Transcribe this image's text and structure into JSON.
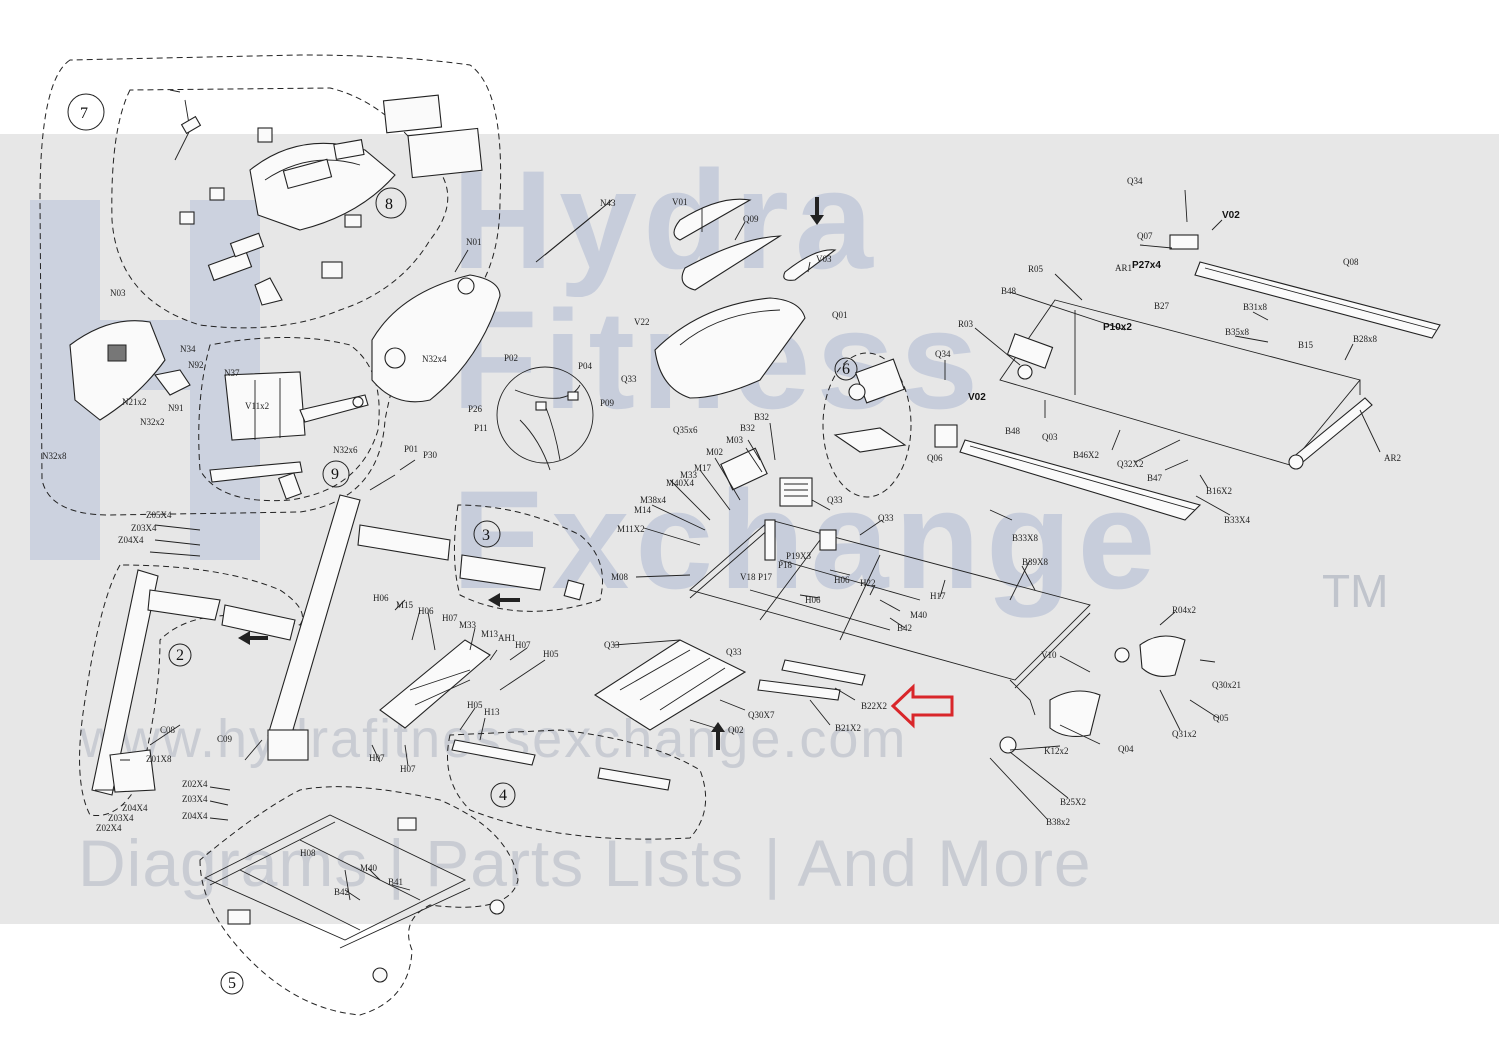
{
  "watermark": {
    "brand_line1": "Hydra",
    "brand_line2": "Fitness",
    "brand_line3": "Exchange",
    "trademark": "TM",
    "url": "www.hydrafitnessexchange.com",
    "tagline": "Diagrams | Parts Lists | And More"
  },
  "colors": {
    "band": "#e7e7e7",
    "watermark": "#c7cddb",
    "highlight_arrow": "#d9262a",
    "line": "#222222"
  },
  "callouts": [
    "2",
    "3",
    "4",
    "5",
    "6",
    "7",
    "8",
    "9"
  ],
  "labels": {
    "n43": "N43",
    "v01": "V01",
    "q09": "Q09",
    "v03": "V03",
    "n01": "N01",
    "n03": "N03",
    "n34": "N34",
    "n92": "N92",
    "n21x2": "N21x2",
    "n91": "N91",
    "n32x2": "N32x2",
    "n32x8": "N32x8",
    "n32x4": "N32x4",
    "n37": "N37",
    "v11x2": "V11x2",
    "n32x6": "N32x6",
    "p01": "P01",
    "p30": "P30",
    "p02": "P02",
    "p04": "P04",
    "p26": "P26",
    "p11": "P11",
    "p09": "P09",
    "v22": "V22",
    "q01": "Q01",
    "q33_a": "Q33",
    "q35x6": "Q35x6",
    "b32_a": "B32",
    "b32_b": "B32",
    "m03": "M03",
    "m02": "M02",
    "m17": "M17",
    "m33_a": "M33",
    "m40x4": "M40X4",
    "m38x4": "M38x4",
    "m14": "M14",
    "m11x2": "M11X2",
    "m08": "M08",
    "p19x3": "P19X3",
    "v18": "V18",
    "p17": "P17",
    "p18": "P18",
    "q33_b": "Q33",
    "q33_c": "Q33",
    "h06_a": "H06",
    "h06_b": "H06",
    "h22": "H22",
    "m40_a": "M40",
    "b42_a": "B42",
    "h17": "H17",
    "b39x8": "B39X8",
    "b33x8": "B33X8",
    "q34_a": "Q34",
    "v02_a": "V02",
    "q07": "Q07",
    "p27x4": "P27x4",
    "q08": "Q08",
    "r05": "R05",
    "ar1": "AR1",
    "b48_a": "B48",
    "b27": "B27",
    "b31x8": "B31x8",
    "p10x2": "P10x2",
    "r03": "R03",
    "b35x8": "B35x8",
    "b28x8": "B28x8",
    "b15": "B15",
    "q34_b": "Q34",
    "v02_b": "V02",
    "b48_b": "B48",
    "q03": "Q03",
    "q06": "Q06",
    "b46x2": "B46X2",
    "q32x2": "Q32X2",
    "b47": "B47",
    "b16x2": "B16X2",
    "b33x4": "B33X4",
    "ar2": "AR2",
    "r04x2": "R04x2",
    "v10": "V10",
    "q30x21": "Q30x21",
    "q05": "Q05",
    "q31x2": "Q31x2",
    "q04": "Q04",
    "k12x2": "K12x2",
    "b25x2": "B25X2",
    "b38x2": "B38x2",
    "b22x2": "B22X2",
    "b21x2": "B21X2",
    "q30x7": "Q30X7",
    "q02": "Q02",
    "q33_d": "Q33",
    "q33_e": "Q33",
    "z05x4": "Z05X4",
    "z03x4_a": "Z03X4",
    "z04x4_a": "Z04X4",
    "h06_c": "H06",
    "m15": "M15",
    "h06_d": "H06",
    "h07_a": "H07",
    "m33_b": "M33",
    "m13": "M13",
    "ah1": "AH1",
    "h07_b": "H07",
    "h05_a": "H05",
    "h05_b": "H05",
    "h13": "H13",
    "h07_c": "H07",
    "h07_d": "H07",
    "c08": "C08",
    "c09": "C09",
    "z01x8": "Z01X8",
    "z02x4_a": "Z02X4",
    "z03x4_b": "Z03X4",
    "z04x4_b": "Z04X4",
    "z04x4_c": "Z04X4",
    "z03x4_c": "Z03X4",
    "z02x4_b": "Z02X4",
    "h08": "H08",
    "m40_b": "M40",
    "b41": "B41",
    "b42_b": "B42"
  }
}
